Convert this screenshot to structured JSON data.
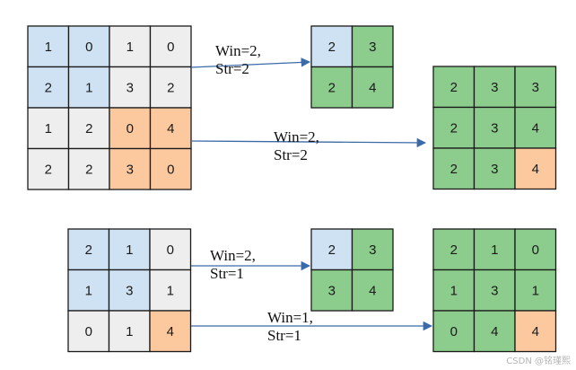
{
  "colors": {
    "light_blue": "#cfe2f3",
    "light_gray": "#eeeeee",
    "peach": "#fcc99e",
    "green": "#8ccc8c",
    "border": "#1a1a1a",
    "arrow": "#3b6aa8"
  },
  "grids": [
    {
      "id": "input-a",
      "values": [
        [
          "1",
          "0",
          "1",
          "0"
        ],
        [
          "2",
          "1",
          "3",
          "2"
        ],
        [
          "1",
          "2",
          "0",
          "4"
        ],
        [
          "2",
          "2",
          "3",
          "0"
        ]
      ],
      "fills": [
        [
          "light_blue",
          "light_blue",
          "light_gray",
          "light_gray"
        ],
        [
          "light_blue",
          "light_blue",
          "light_gray",
          "light_gray"
        ],
        [
          "light_gray",
          "light_gray",
          "peach",
          "peach"
        ],
        [
          "light_gray",
          "light_gray",
          "peach",
          "peach"
        ]
      ]
    },
    {
      "id": "output-a1",
      "values": [
        [
          "2",
          "3"
        ],
        [
          "2",
          "4"
        ]
      ],
      "fills": [
        [
          "light_blue",
          "green"
        ],
        [
          "green",
          "green"
        ]
      ]
    },
    {
      "id": "output-a2",
      "values": [
        [
          "2",
          "3",
          "3"
        ],
        [
          "2",
          "3",
          "4"
        ],
        [
          "2",
          "3",
          "4"
        ]
      ],
      "fills": [
        [
          "green",
          "green",
          "green"
        ],
        [
          "green",
          "green",
          "green"
        ],
        [
          "green",
          "green",
          "peach"
        ]
      ]
    },
    {
      "id": "input-b",
      "values": [
        [
          "2",
          "1",
          "0"
        ],
        [
          "1",
          "3",
          "1"
        ],
        [
          "0",
          "1",
          "4"
        ]
      ],
      "fills": [
        [
          "light_blue",
          "light_blue",
          "light_gray"
        ],
        [
          "light_blue",
          "light_blue",
          "light_gray"
        ],
        [
          "light_gray",
          "light_gray",
          "peach"
        ]
      ]
    },
    {
      "id": "output-b1",
      "values": [
        [
          "2",
          "3"
        ],
        [
          "3",
          "4"
        ]
      ],
      "fills": [
        [
          "light_blue",
          "green"
        ],
        [
          "green",
          "green"
        ]
      ]
    },
    {
      "id": "output-b2",
      "values": [
        [
          "2",
          "1",
          "0"
        ],
        [
          "1",
          "3",
          "1"
        ],
        [
          "0",
          "4",
          "4"
        ]
      ],
      "fills": [
        [
          "green",
          "green",
          "green"
        ],
        [
          "green",
          "green",
          "green"
        ],
        [
          "green",
          "green",
          "peach"
        ]
      ]
    }
  ],
  "arrows": [
    {
      "id": "a1",
      "label": [
        "Win=2,",
        "Str=2"
      ]
    },
    {
      "id": "a2",
      "label": [
        "Win=2,",
        "Str=2"
      ]
    },
    {
      "id": "b1",
      "label": [
        "Win=2,",
        "Str=1"
      ]
    },
    {
      "id": "b2",
      "label": [
        "Win=1,",
        "Str=1"
      ]
    }
  ],
  "watermark": "CSDN @铭瑾熙"
}
